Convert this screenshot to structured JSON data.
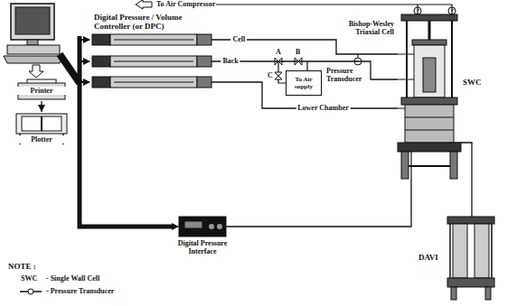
{
  "diagram": {
    "nodes": [
      {
        "text": [
          "Printer"
        ]
      },
      {
        "text": [
          "Plotter"
        ]
      },
      {
        "text": [
          "Digital Pressure / Volume Controller (or DPC)"
        ]
      },
      {
        "text": [
          "To Air supply"
        ]
      },
      {
        "text": [
          "Bishop-Wesley Triaxial Cell",
          "SWC"
        ]
      },
      {
        "text": [
          "Digital Pressure Interface"
        ]
      },
      {
        "text": [
          "DAVI"
        ]
      }
    ],
    "edges": [
      {
        "from": 2,
        "to": 4,
        "arrow": "none",
        "label": "Cell"
      },
      {
        "from": 2,
        "to": 4,
        "arrow": "none",
        "label": "Back"
      },
      {
        "from": 2,
        "to": 4,
        "arrow": "none",
        "label": "Lower Chamber"
      },
      {
        "from": 0,
        "to": 1,
        "arrow": "to"
      },
      {
        "from": 5,
        "to": 4,
        "arrow": "none"
      },
      {
        "from": 4,
        "to": 6,
        "arrow": "none"
      }
    ],
    "labels": [
      "To Air Compressor",
      "A",
      "B",
      "C",
      "Pressure Transducer",
      "NOTE :",
      "SWC",
      "- Single Wall Cell",
      "- Pressure Transducer"
    ]
  }
}
